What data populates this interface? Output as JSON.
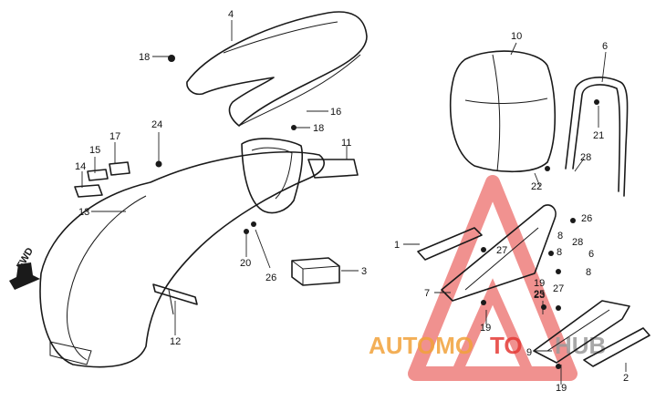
{
  "diagram": {
    "fwd_label": "FWD",
    "watermark": {
      "text_a": "AUTOMO",
      "text_b": "TO",
      "text_c": "HUB",
      "color_orange": "#f2a23a",
      "color_red": "#e53935",
      "color_gray": "#9a9a9a"
    },
    "callouts": {
      "c1": "1",
      "c2": "2",
      "c3": "3",
      "c4": "4",
      "c6": "6",
      "c7": "7",
      "c8a": "8",
      "c8b": "8",
      "c8c": "8",
      "c9": "9",
      "c10": "10",
      "c11": "11",
      "c12": "12",
      "c13": "13",
      "c14": "14",
      "c15": "15",
      "c16": "16",
      "c17": "17",
      "c18a": "18",
      "c18b": "18",
      "c19a": "19",
      "c19b": "19",
      "c19c": "19",
      "c20": "20",
      "c21": "21",
      "c22": "22",
      "c23": "23",
      "c24": "24",
      "c25": "25",
      "c26a": "26",
      "c26b": "26",
      "c27a": "27",
      "c27b": "27",
      "c28a": "28",
      "c28b": "28",
      "c6b": "6"
    }
  }
}
